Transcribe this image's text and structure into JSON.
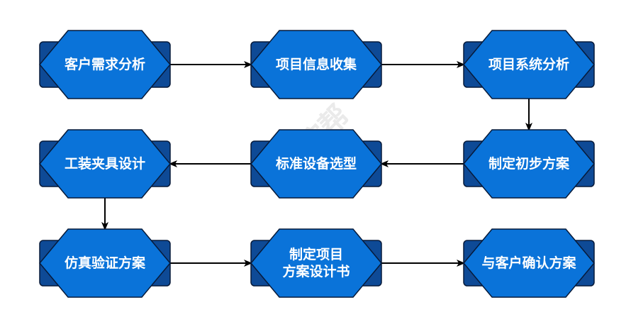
{
  "flow": {
    "nodes": [
      {
        "id": "customer-needs",
        "lines": [
          "客户需求分析"
        ]
      },
      {
        "id": "project-info",
        "lines": [
          "项目信息收集"
        ]
      },
      {
        "id": "system-analysis",
        "lines": [
          "项目系统分析"
        ]
      },
      {
        "id": "fixture-design",
        "lines": [
          "工装夹具设计"
        ]
      },
      {
        "id": "equipment-selection",
        "lines": [
          "标准设备选型"
        ]
      },
      {
        "id": "preliminary-plan",
        "lines": [
          "制定初步方案"
        ]
      },
      {
        "id": "simulation",
        "lines": [
          "仿真验证方案"
        ]
      },
      {
        "id": "design-doc",
        "lines": [
          "制定项目",
          "方案设计书"
        ]
      },
      {
        "id": "confirm-plan",
        "lines": [
          "与客户确认方案"
        ]
      }
    ],
    "edges": [
      {
        "from": "customer-needs",
        "to": "project-info"
      },
      {
        "from": "project-info",
        "to": "system-analysis"
      },
      {
        "from": "system-analysis",
        "to": "preliminary-plan"
      },
      {
        "from": "preliminary-plan",
        "to": "equipment-selection"
      },
      {
        "from": "equipment-selection",
        "to": "fixture-design"
      },
      {
        "from": "fixture-design",
        "to": "simulation"
      },
      {
        "from": "simulation",
        "to": "design-doc"
      },
      {
        "from": "design-doc",
        "to": "confirm-plan"
      }
    ]
  },
  "colors": {
    "node_fill": "#0a73d9",
    "node_back": "#0e4a96",
    "node_stroke": "#071a3a",
    "arrow": "#000000",
    "label": "#ffffff"
  },
  "watermark": {
    "text": "工控帮"
  }
}
